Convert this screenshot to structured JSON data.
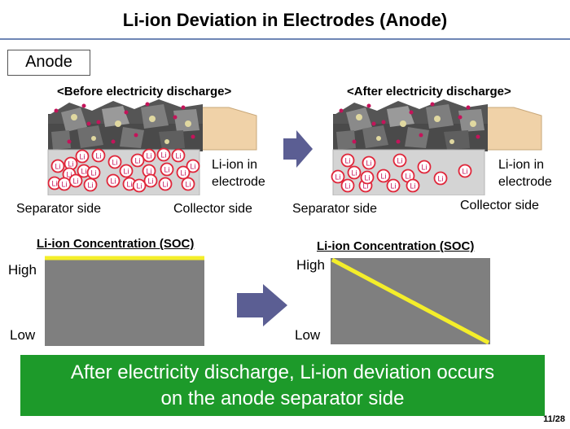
{
  "slide": {
    "title": "Li-ion Deviation in Electrodes (Anode)",
    "tag": "Anode",
    "page": "11/28",
    "conclusion_line1": "After electricity discharge, Li-ion deviation occurs",
    "conclusion_line2": "on the anode separator side"
  },
  "before": {
    "caption": "<Before electricity discharge>",
    "li_label_line1": "Li-ion in",
    "li_label_line2": "electrode",
    "separator_label": "Separator side",
    "collector_label": "Collector side",
    "li_ion_text": "Li",
    "li_ion_count": 27
  },
  "after": {
    "caption": "<After electricity discharge>",
    "li_label_line1": "Li-ion in",
    "li_label_line2": "electrode",
    "separator_label": "Separator side",
    "collector_label": "Collector side",
    "li_ion_text": "Li",
    "li_ion_count": 15
  },
  "soc_before": {
    "title": "Li-ion Concentration (SOC)",
    "high_label": "High",
    "low_label": "Low",
    "level": "uniform high"
  },
  "soc_after": {
    "title": "Li-ion Concentration (SOC)",
    "high_label": "High",
    "low_label": "Low",
    "level": "high at separator side, decreasing linearly to low at collector side"
  },
  "colors": {
    "title_rule": "#6f86b5",
    "arrow": "#5b5e93",
    "graph_fill": "#7f7f7f",
    "soc_line": "#f4ee2a",
    "li_ring": "#e0263a",
    "conclusion_bg": "#1d9a2a",
    "electrode_tan": "#f0d2a8"
  },
  "icons": [
    "right-arrow-icon",
    "right-arrow-icon"
  ]
}
